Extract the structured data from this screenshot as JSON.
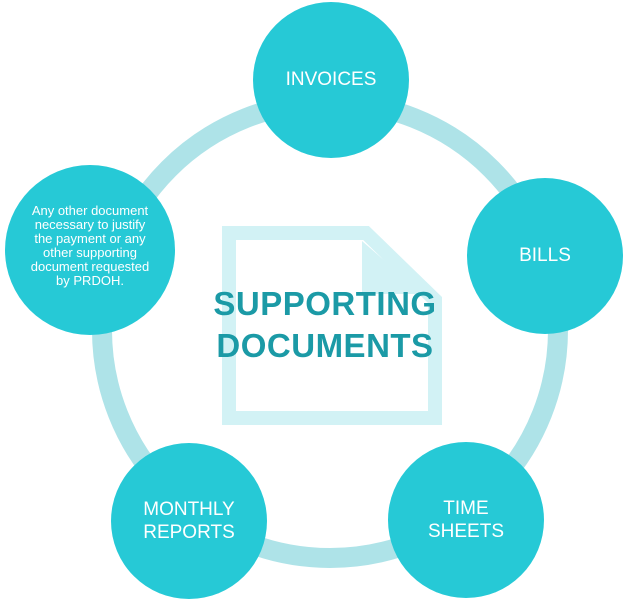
{
  "title": "SUPPORTING DOCUMENTS",
  "nodes": {
    "invoices": "INVOICES",
    "bills": "BILLS",
    "time_sheets": "TIME SHEETS",
    "monthly_reports": "MONTHLY REPORTS",
    "other": "Any other document necessary to justify the payment or any other supporting document requested by PRDOH."
  },
  "colors": {
    "node_fill": "#26c9d6",
    "ring": "#aee3e8",
    "document_icon": "#d2f2f5",
    "title_text": "#1b9aa6",
    "node_text": "#ffffff"
  },
  "icons": {
    "center": "document-icon"
  }
}
